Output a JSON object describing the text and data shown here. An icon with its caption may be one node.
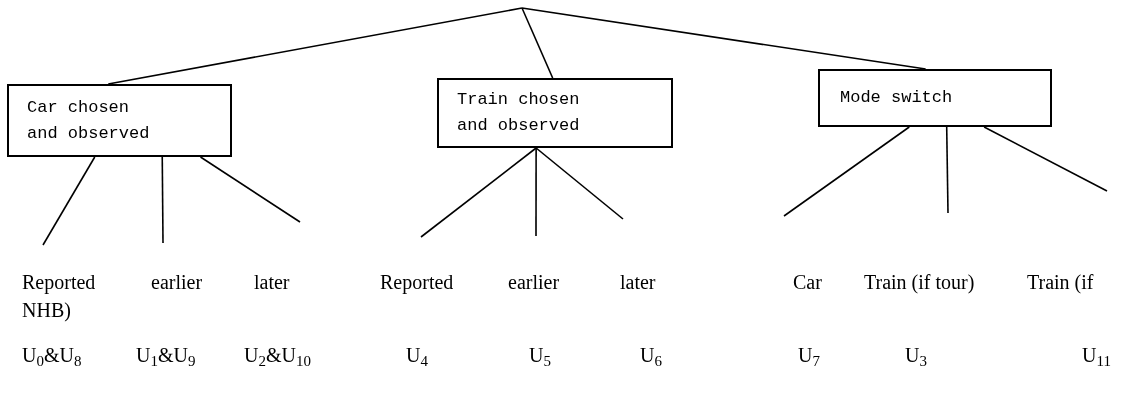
{
  "diagram": {
    "nodes": [
      {
        "text": [
          "Car chosen and observed"
        ]
      },
      {
        "text": [
          "Train chosen and observed"
        ]
      },
      {
        "text": [
          "Mode switch"
        ]
      }
    ],
    "edges": [
      {
        "from": null,
        "to": 0,
        "arrow": "none"
      },
      {
        "from": null,
        "to": 1,
        "arrow": "none"
      },
      {
        "from": null,
        "to": 2,
        "arrow": "none"
      },
      {
        "from": 0,
        "to": null,
        "arrow": "none"
      },
      {
        "from": 0,
        "to": null,
        "arrow": "none"
      },
      {
        "from": 0,
        "to": null,
        "arrow": "none"
      },
      {
        "from": 1,
        "to": null,
        "arrow": "none"
      },
      {
        "from": 1,
        "to": null,
        "arrow": "none"
      },
      {
        "from": 1,
        "to": null,
        "arrow": "none"
      },
      {
        "from": 2,
        "to": null,
        "arrow": "none"
      },
      {
        "from": 2,
        "to": null,
        "arrow": "none"
      },
      {
        "from": 2,
        "to": null,
        "arrow": "none"
      }
    ],
    "labels": [
      "Reported",
      "earlier",
      "later",
      "Reported",
      "earlier",
      "later",
      "Car",
      "Train (if tour)",
      "Train (if",
      "NHB)",
      "U$_{0}$&U$_{8}$",
      "U$_{1}$&U$_{9}$",
      "U$_{2}$&U$_{10}$",
      "U$_{4}$",
      "U$_{5}$",
      "U$_{6}$",
      "U$_{7}$",
      "U$_{3}$",
      "U$_{11}$"
    ]
  }
}
